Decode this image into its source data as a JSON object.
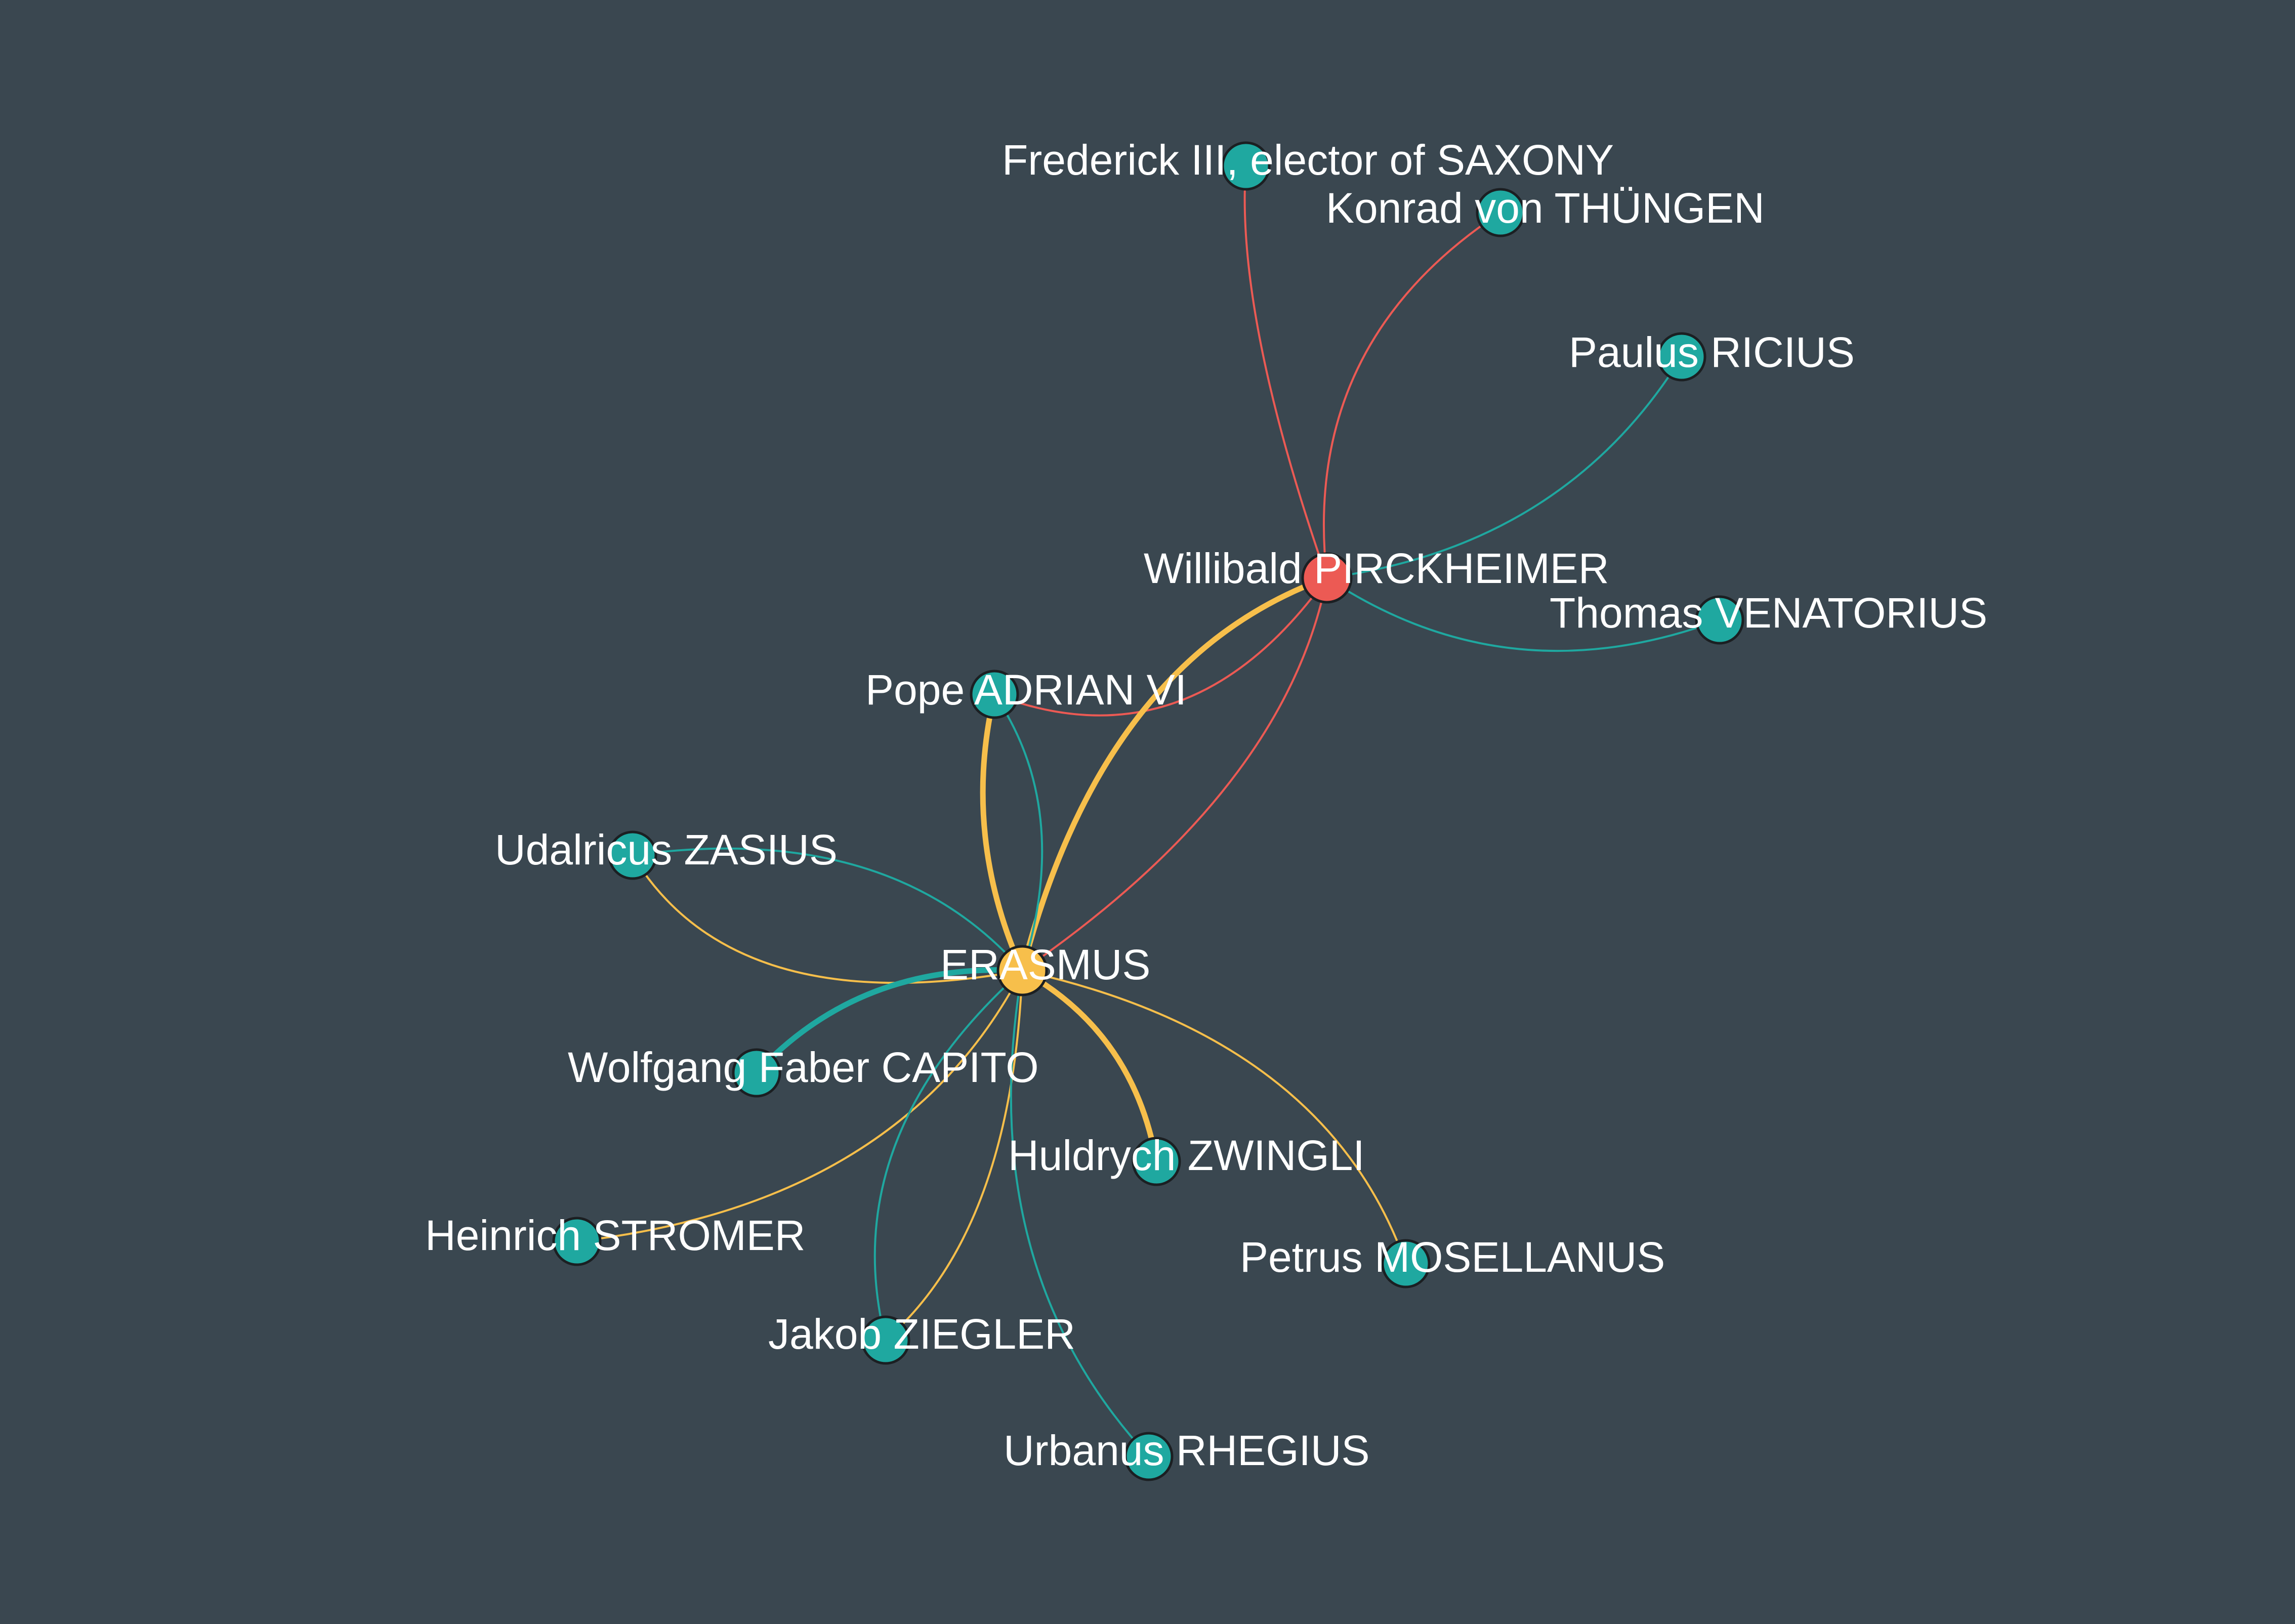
{
  "colors": {
    "background": "#3a4750",
    "hub_erasmus": "#f7bf4b",
    "hub_pirckheimer": "#ec5a54",
    "node_default": "#1fa8a0",
    "edge_teal": "#1fa8a0",
    "edge_red": "#ec5a54",
    "edge_yellow": "#f7bf4b",
    "label": "#ffffff"
  },
  "nodes": [
    {
      "id": "erasmus",
      "label": "ERASMUS",
      "color": "#f7bf4b"
    },
    {
      "id": "pirckheimer",
      "label": "Willibald PIRCKHEIMER",
      "color": "#ec5a54"
    },
    {
      "id": "frederick",
      "label": "Frederick III, elector of SAXONY",
      "color": "#1fa8a0"
    },
    {
      "id": "thungen",
      "label": "Konrad von THÜNGEN",
      "color": "#1fa8a0"
    },
    {
      "id": "ricius",
      "label": "Paulus RICIUS",
      "color": "#1fa8a0"
    },
    {
      "id": "venatorius",
      "label": "Thomas VENATORIUS",
      "color": "#1fa8a0"
    },
    {
      "id": "adrian",
      "label": "Pope ADRIAN VI",
      "color": "#1fa8a0"
    },
    {
      "id": "zasius",
      "label": "Udalricus ZASIUS",
      "color": "#1fa8a0"
    },
    {
      "id": "capito",
      "label": "Wolfgang Faber CAPITO",
      "color": "#1fa8a0"
    },
    {
      "id": "zwingli",
      "label": "Huldrych ZWINGLI",
      "color": "#1fa8a0"
    },
    {
      "id": "stromer",
      "label": "Heinrich STROMER",
      "color": "#1fa8a0"
    },
    {
      "id": "mosellanus",
      "label": "Petrus MOSELLANUS",
      "color": "#1fa8a0"
    },
    {
      "id": "ziegler",
      "label": "Jakob ZIEGLER",
      "color": "#1fa8a0"
    },
    {
      "id": "rhegius",
      "label": "Urbanus RHEGIUS",
      "color": "#1fa8a0"
    }
  ],
  "edges": [
    {
      "source": "pirckheimer",
      "target": "frederick",
      "color": "#ec5a54",
      "weight": 1
    },
    {
      "source": "pirckheimer",
      "target": "thungen",
      "color": "#ec5a54",
      "weight": 1
    },
    {
      "source": "pirckheimer",
      "target": "ricius",
      "color": "#1fa8a0",
      "weight": 1
    },
    {
      "source": "pirckheimer",
      "target": "venatorius",
      "color": "#1fa8a0",
      "weight": 1
    },
    {
      "source": "pirckheimer",
      "target": "adrian",
      "color": "#ec5a54",
      "weight": 1
    },
    {
      "source": "pirckheimer",
      "target": "erasmus",
      "color": "#ec5a54",
      "weight": 1
    },
    {
      "source": "erasmus",
      "target": "pirckheimer",
      "color": "#f7bf4b",
      "weight": 3
    },
    {
      "source": "erasmus",
      "target": "adrian",
      "color": "#f7bf4b",
      "weight": 3
    },
    {
      "source": "adrian",
      "target": "erasmus",
      "color": "#1fa8a0",
      "weight": 1
    },
    {
      "source": "zasius",
      "target": "erasmus",
      "color": "#1fa8a0",
      "weight": 1
    },
    {
      "source": "erasmus",
      "target": "zasius",
      "color": "#f7bf4b",
      "weight": 1
    },
    {
      "source": "capito",
      "target": "erasmus",
      "color": "#1fa8a0",
      "weight": 3
    },
    {
      "source": "erasmus",
      "target": "zwingli",
      "color": "#f7bf4b",
      "weight": 3
    },
    {
      "source": "erasmus",
      "target": "stromer",
      "color": "#f7bf4b",
      "weight": 1
    },
    {
      "source": "erasmus",
      "target": "mosellanus",
      "color": "#f7bf4b",
      "weight": 1
    },
    {
      "source": "erasmus",
      "target": "ziegler",
      "color": "#f7bf4b",
      "weight": 1
    },
    {
      "source": "ziegler",
      "target": "erasmus",
      "color": "#1fa8a0",
      "weight": 1
    },
    {
      "source": "rhegius",
      "target": "erasmus",
      "color": "#1fa8a0",
      "weight": 1
    }
  ]
}
